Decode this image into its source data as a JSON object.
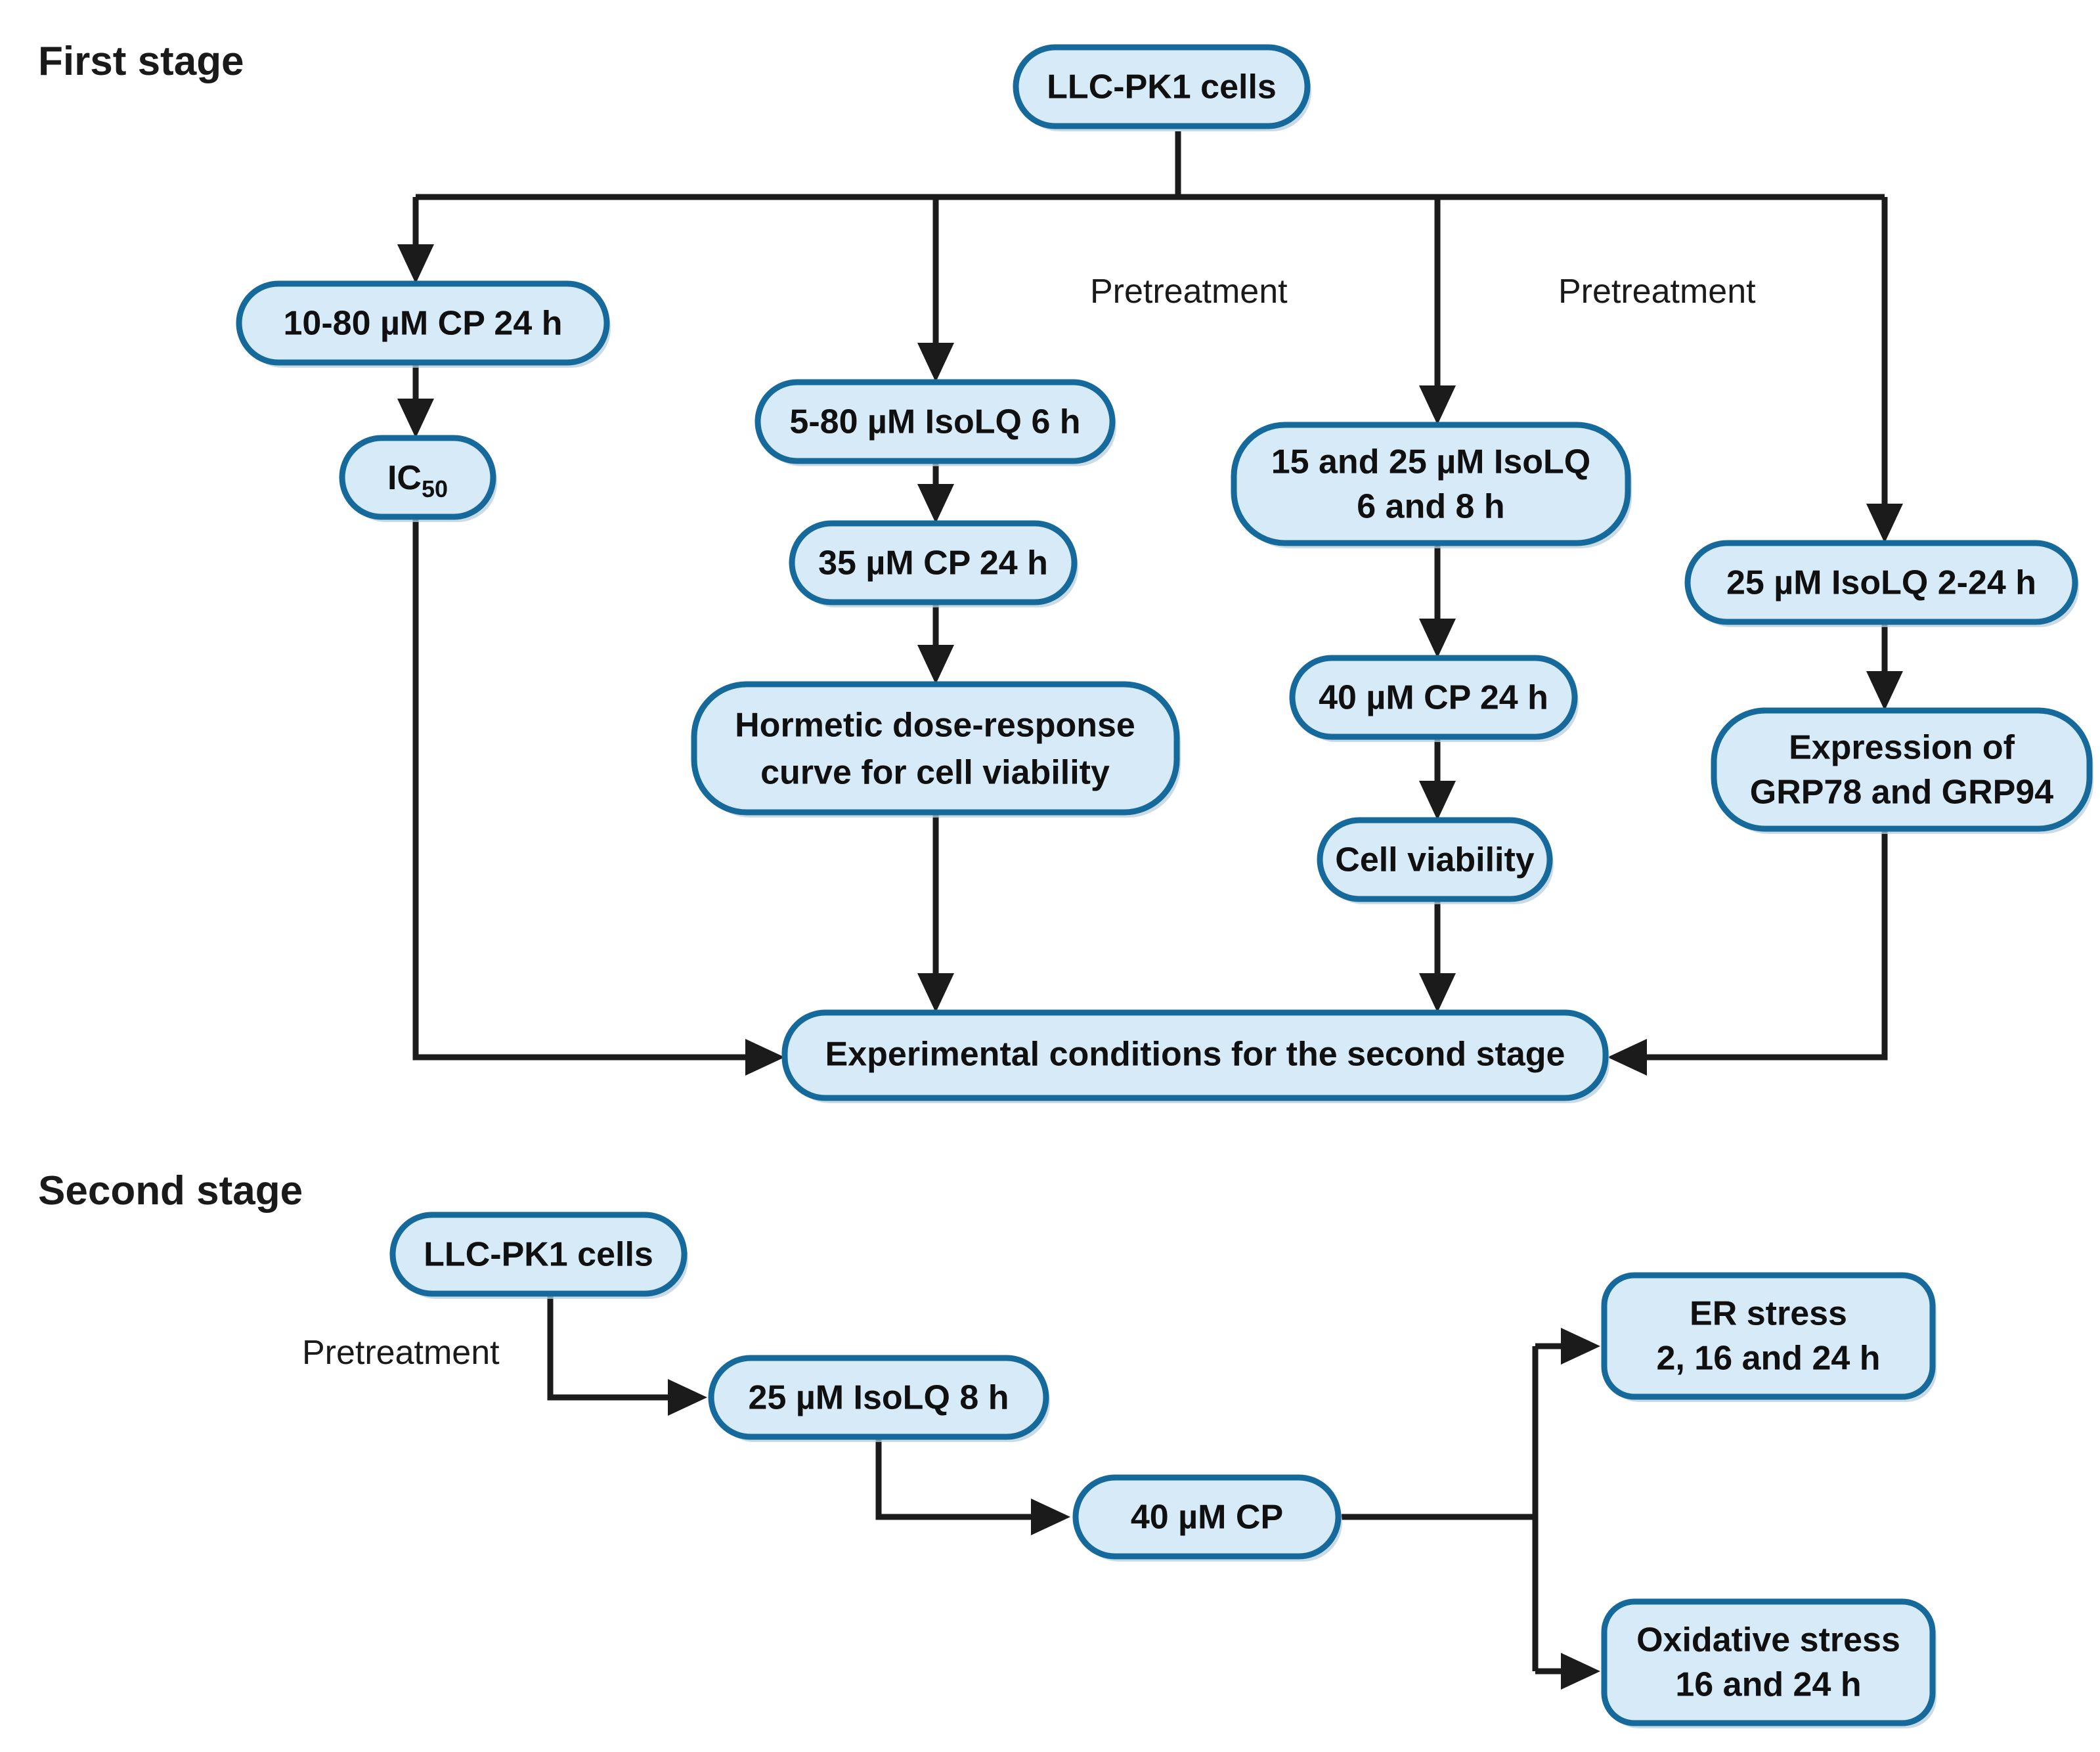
{
  "figure": {
    "stages": [
      {
        "id": "first-stage",
        "label": "First stage"
      },
      {
        "id": "second-stage",
        "label": "Second stage"
      }
    ],
    "colors": {
      "node_fill": "#d7eaf8",
      "node_border": "#15699b",
      "connector": "#1b1b1b",
      "text": "#101010",
      "background": "#ffffff"
    },
    "edge_labels": [
      {
        "id": "pretreatment-1",
        "text": "Pretreatment"
      },
      {
        "id": "pretreatment-2",
        "text": "Pretreatment"
      },
      {
        "id": "pretreatment-3",
        "text": "Pretreatment"
      }
    ],
    "nodes": {
      "s1_cells": {
        "line1": "LLC-PK1 cells"
      },
      "s1_cp_range": {
        "line1": "10-80 µM CP 24 h"
      },
      "s1_ic50": {
        "line1": "IC",
        "sub": "50"
      },
      "s1_isolq_range": {
        "line1": "5-80 µM IsoLQ 6 h"
      },
      "s1_cp35": {
        "line1": "35 µM CP 24 h"
      },
      "s1_hormetic": {
        "line1": "Hormetic dose-response",
        "line2": "curve for cell viability"
      },
      "s1_isolq_15_25": {
        "line1": "15 and 25 µM IsoLQ",
        "line2": "6 and 8 h"
      },
      "s1_cp40": {
        "line1": "40 µM CP 24 h"
      },
      "s1_viability": {
        "line1": "Cell viability"
      },
      "s1_isolq_2_24": {
        "line1": "25 µM IsoLQ 2-24 h"
      },
      "s1_grp": {
        "line1": "Expression of",
        "line2": "GRP78 and GRP94"
      },
      "s1_conditions": {
        "line1": "Experimental conditions for the second stage"
      },
      "s2_cells": {
        "line1": "LLC-PK1 cells"
      },
      "s2_isolq8": {
        "line1": "25 µM IsoLQ 8 h"
      },
      "s2_cp40": {
        "line1": "40 µM CP"
      },
      "s2_er": {
        "line1": "ER stress",
        "line2": "2, 16 and 24 h"
      },
      "s2_ox": {
        "line1": "Oxidative stress",
        "line2": "16 and 24 h"
      }
    }
  }
}
